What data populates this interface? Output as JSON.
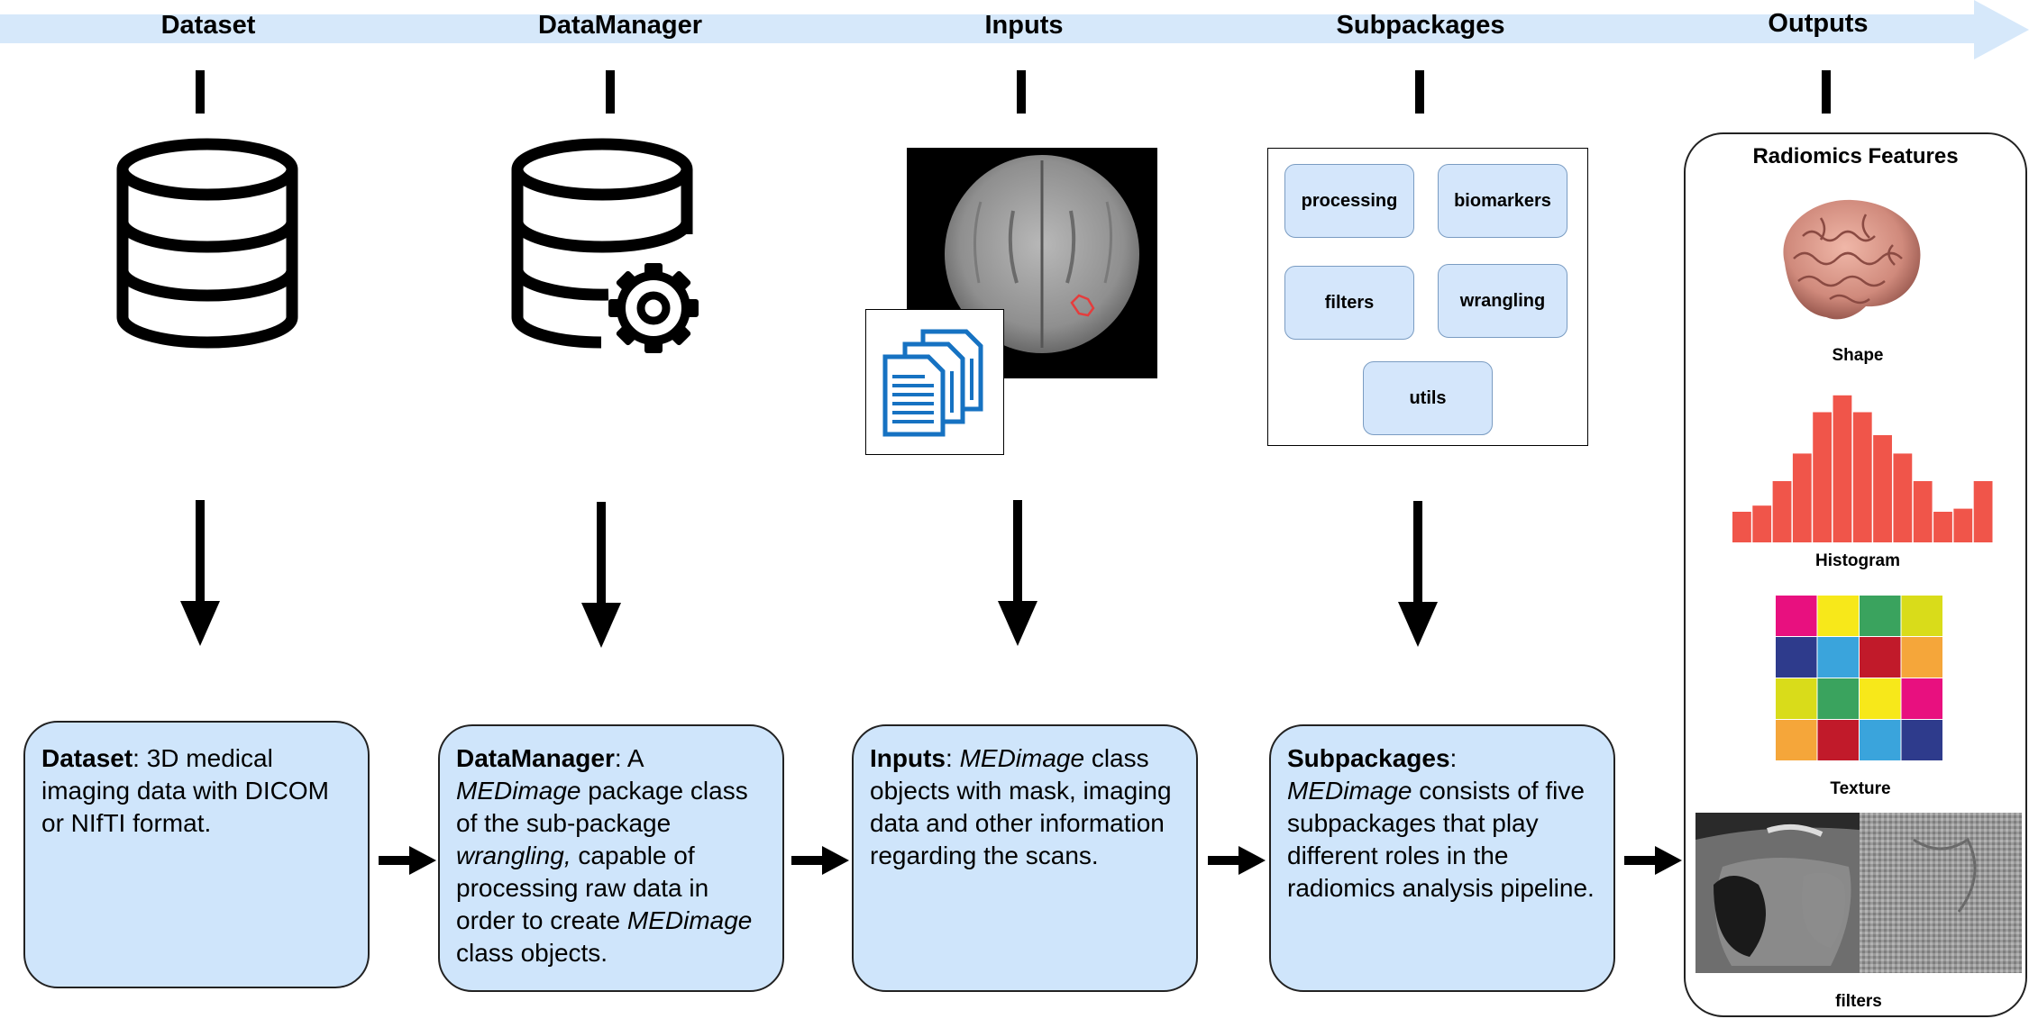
{
  "stages": [
    {
      "id": "dataset",
      "label": "Dataset"
    },
    {
      "id": "datamanager",
      "label": "DataManager"
    },
    {
      "id": "inputs",
      "label": "Inputs"
    },
    {
      "id": "subpackages",
      "label": "Subpackages"
    },
    {
      "id": "outputs",
      "label": "Outputs"
    }
  ],
  "descriptions": {
    "dataset": {
      "title": "Dataset",
      "sep": ":",
      "text": " 3D medical imaging data with DICOM or NIfTI format."
    },
    "datamanager": {
      "title": "DataManager",
      "t1": ": A ",
      "em1": "MEDimage",
      "t2": " package class of the sub-package ",
      "em2": "wrangling,",
      "t3": " capable of processing raw data in order to create ",
      "em3": "MEDimage",
      "t4": " class objects."
    },
    "inputs": {
      "title": "Inputs",
      "t1": ": ",
      "em1": "MEDimage",
      "t2": " class objects with mask, imaging data and other information regarding the scans."
    },
    "subpackages": {
      "title": "Subpackages",
      "t1": ":",
      "em1": "MEDimage",
      "t2": " consists of five subpackages that play different roles in the radiomics analysis pipeline."
    }
  },
  "subpackage_items": [
    "processing",
    "biomarkers",
    "filters",
    "wrangling",
    "utils"
  ],
  "outputs_panel": {
    "title": "Radiomics Features",
    "captions": [
      "Shape",
      "Histogram",
      "Texture",
      "filters"
    ]
  },
  "histogram_bars": [
    0.2,
    0.24,
    0.4,
    0.58,
    0.85,
    0.96,
    0.85,
    0.7,
    0.58,
    0.4,
    0.2,
    0.22,
    0.4
  ],
  "texture_colors": [
    "#e8107f",
    "#f7e81a",
    "#3aa35e",
    "#d9dc1a",
    "#2e3b8c",
    "#3aa4dc",
    "#c11a2a",
    "#f5a63a",
    "#d9dc1a",
    "#3aa35e",
    "#f7e81a",
    "#e8107f",
    "#f5a63a",
    "#c11a2a",
    "#3aa4dc",
    "#2e3b8c"
  ],
  "colors": {
    "box_fill": "#cfe5fb",
    "timeline_band": "#d6e8fa",
    "histogram": "#f0554a",
    "document_icon": "#1672c2"
  }
}
